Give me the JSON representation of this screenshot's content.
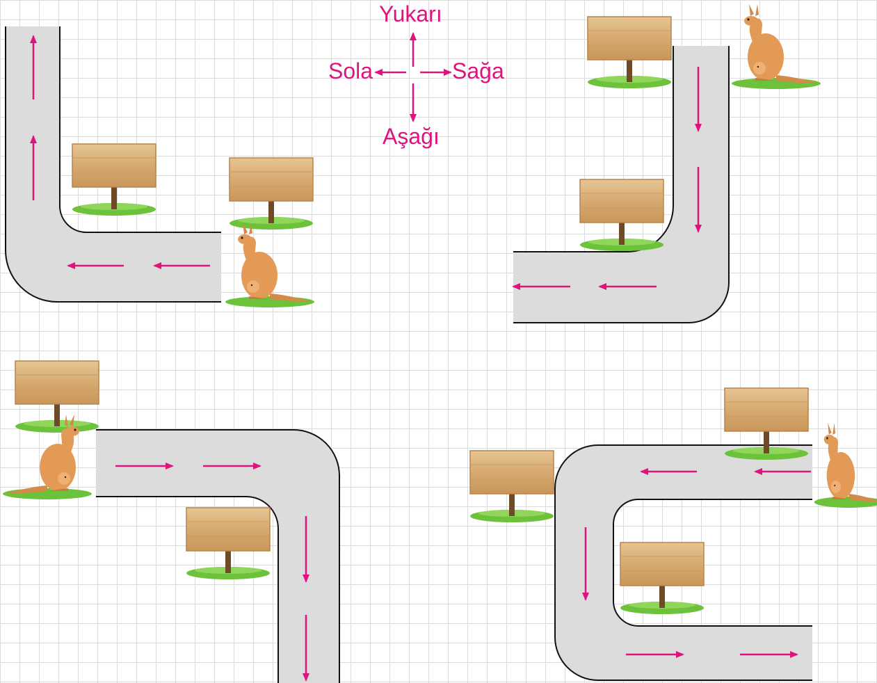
{
  "compass": {
    "up": "Yukarı",
    "left": "Sola",
    "right": "Sağa",
    "down": "Aşağı"
  },
  "colors": {
    "road": "#dcdcdc",
    "road_edge": "#111111",
    "arrow": "#e0137e",
    "grid": "#dcdcdc",
    "sign_wood": "#d8b07a",
    "grass": "#6cc23a",
    "kangaroo": "#e39a56"
  },
  "icons": [
    "kangaroo-icon",
    "wooden-sign-icon",
    "direction-arrow-icon"
  ]
}
